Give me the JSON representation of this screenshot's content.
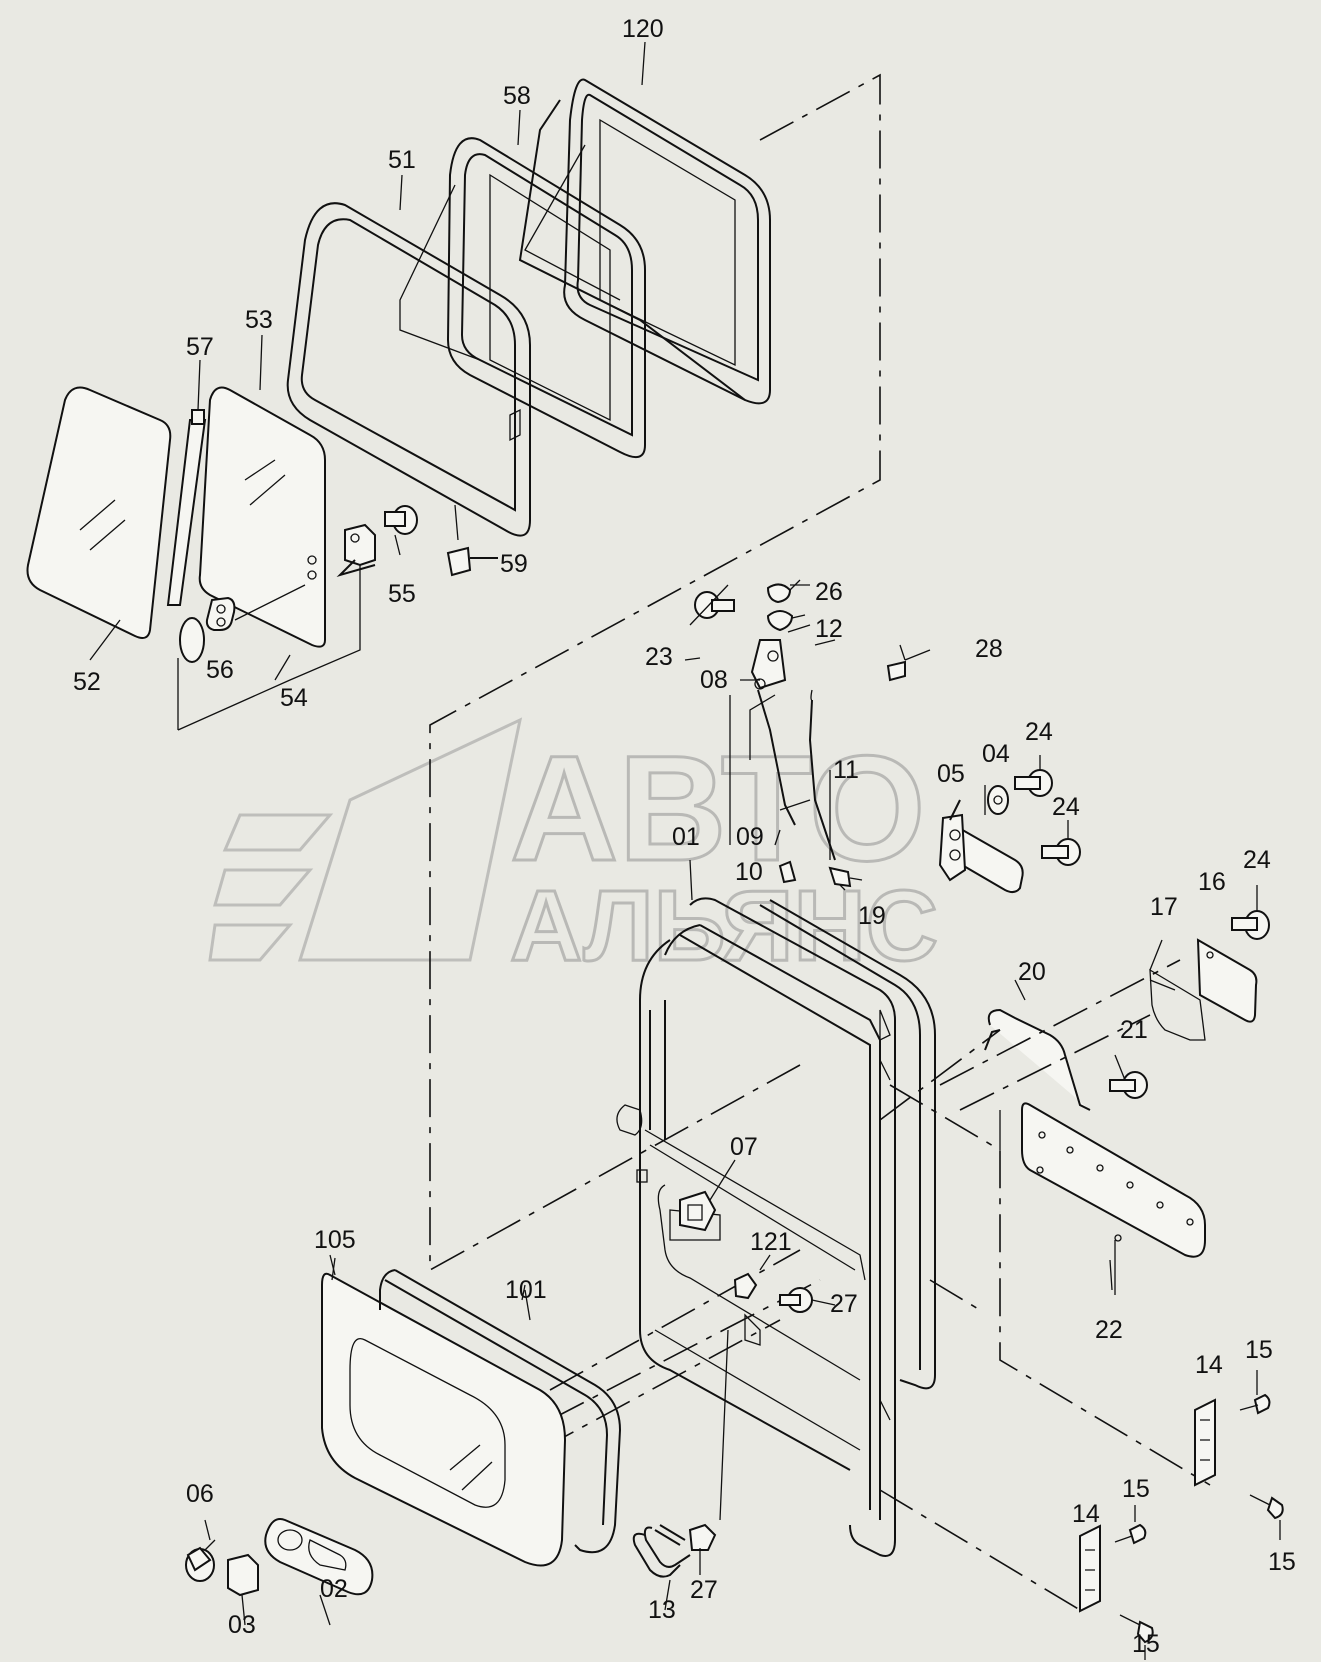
{
  "watermark": {
    "line1": "АВТО",
    "line2": "АЛЬЯНС"
  },
  "labels": {
    "l120": "120",
    "l58": "58",
    "l51": "51",
    "l57": "57",
    "l53": "53",
    "l52": "52",
    "l56": "56",
    "l54": "54",
    "l55": "55",
    "l59": "59",
    "l23": "23",
    "l26": "26",
    "l12": "12",
    "l08": "08",
    "l28": "28",
    "l11": "11",
    "l05": "05",
    "l04": "04",
    "l24a": "24",
    "l24b": "24",
    "l24c": "24",
    "l09": "09",
    "l01": "01",
    "l10": "10",
    "l19": "19",
    "l17": "17",
    "l16": "16",
    "l20": "20",
    "l21": "21",
    "l07": "07",
    "l121": "121",
    "l27a": "27",
    "l105": "105",
    "l101": "101",
    "l22": "22",
    "l14a": "14",
    "l15a": "15",
    "l15b": "15",
    "l14b": "14",
    "l15c": "15",
    "l15d": "15",
    "l06": "06",
    "l02": "02",
    "l03": "03",
    "l13": "13",
    "l27b": "27"
  }
}
